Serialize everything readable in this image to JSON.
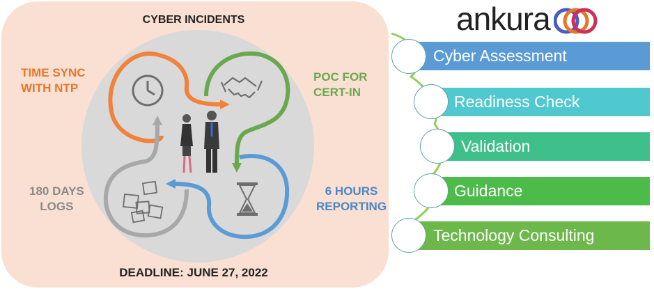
{
  "title": "CYBER INCIDENTS",
  "deadline": "DEADLINE: JUNE 27, 2022",
  "quadrants": [
    {
      "line1": "TIME SYNC",
      "line2": "WITH NTP",
      "color": "#e8762a",
      "icon": "clock-icon"
    },
    {
      "line1": "POC FOR",
      "line2": "CERT-IN",
      "color": "#6aa84f",
      "icon": "handshake-icon"
    },
    {
      "line1": "180 DAYS",
      "line2": "LOGS",
      "color": "#9a9a9a",
      "icon": "notes-icon"
    },
    {
      "line1": "6 HOURS",
      "line2": "REPORTING",
      "color": "#4a86c8",
      "icon": "hourglass-icon"
    }
  ],
  "logo": {
    "text": "ankura",
    "colors": [
      "#4a5bc4",
      "#e8762a",
      "#c8325a"
    ]
  },
  "services": [
    {
      "label": "Cyber Assessment",
      "color": "#5b9bd5"
    },
    {
      "label": "Readiness Check",
      "color": "#4fc8cf"
    },
    {
      "label": "Validation",
      "color": "#3fbf8a"
    },
    {
      "label": "Guidance",
      "color": "#4cbb4a"
    },
    {
      "label": "Technology Consulting",
      "color": "#6cb84a"
    }
  ]
}
